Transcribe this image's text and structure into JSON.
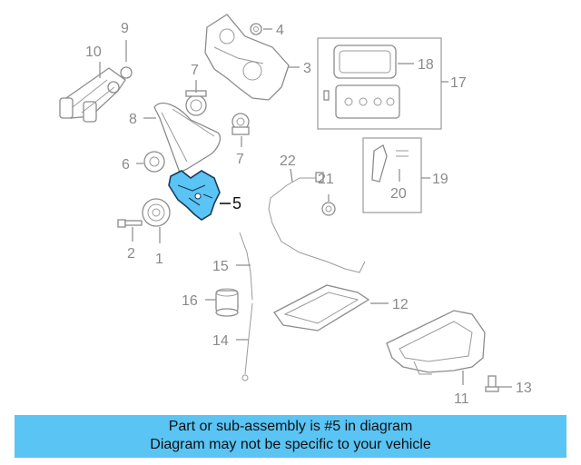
{
  "diagram": {
    "callouts": {
      "c1": "1",
      "c2": "2",
      "c3": "3",
      "c4": "4",
      "c5": "5",
      "c6": "6",
      "c7a": "7",
      "c7b": "7",
      "c8": "8",
      "c9": "9",
      "c10": "10",
      "c11": "11",
      "c12": "12",
      "c13": "13",
      "c14": "14",
      "c15": "15",
      "c16": "16",
      "c17": "17",
      "c18": "18",
      "c19": "19",
      "c20": "20",
      "c21": "21",
      "c22": "22"
    },
    "highlighted_part": "5",
    "colors": {
      "highlight": "#5ac4f4",
      "line": "#8c8c8c",
      "banner": "#5ac4f4"
    }
  },
  "banner": {
    "line1": "Part or sub-assembly is #5 in diagram",
    "line2": "Diagram may not be specific to your vehicle"
  }
}
